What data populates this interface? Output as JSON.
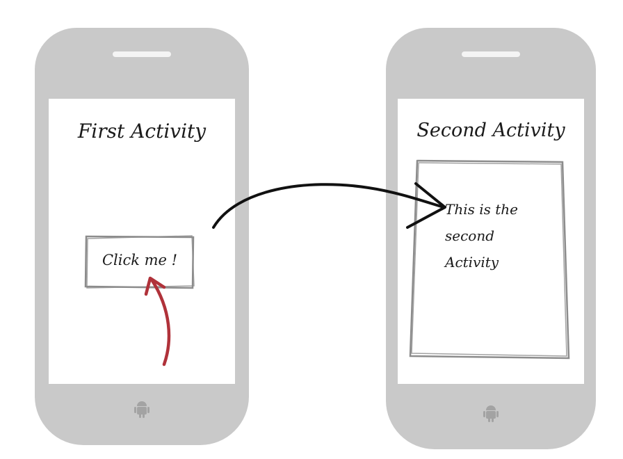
{
  "phones": [
    {
      "title": "First Activity",
      "button_label": "Click me !",
      "home_icon": "android-icon"
    },
    {
      "title": "Second Activity",
      "note_lines": [
        "This is the",
        "second",
        "Activity"
      ],
      "home_icon": "android-icon"
    }
  ],
  "colors": {
    "phone_body": "#c9c9c9",
    "screen": "#ffffff",
    "sketch_border": "#8c8c8c",
    "transition_arrow": "#111111",
    "click_arrow": "#b0323a"
  }
}
